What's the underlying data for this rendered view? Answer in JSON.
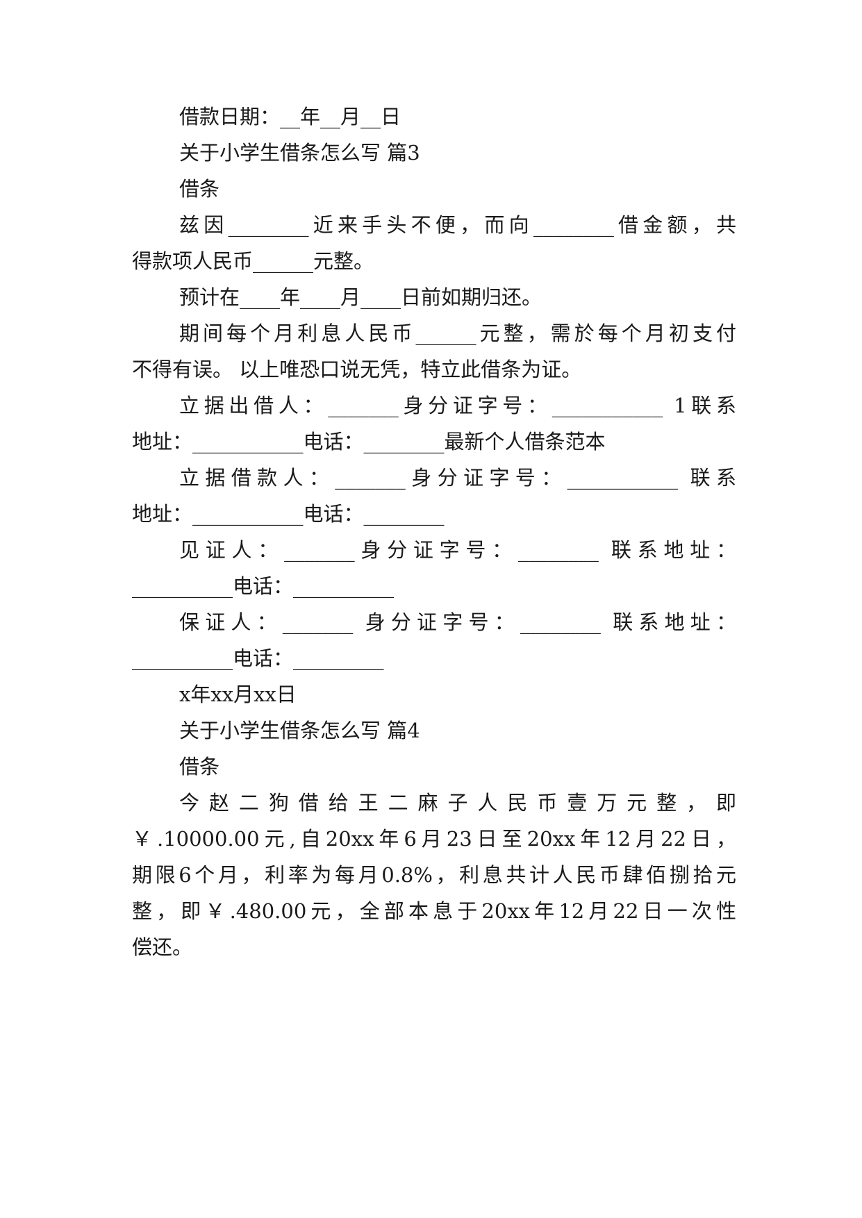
{
  "lines": [
    "借款日期：__年__月__日",
    "关于小学生借条怎么写 篇3",
    "借条",
    "兹因________近来手头不便，而向________借金额，共",
    "得款项人民币______元整。",
    "预计在____年____月____日前如期归还。",
    "期间每个月利息人民币______元整，需於每个月初支付",
    "不得有误。 以上唯恐口说无凭，特立此借条为证。",
    "立据出借人：_______身分证字号：___________ 1联系",
    "地址：___________电话：________最新个人借条范本",
    "立据借款人：_______身分证字号：___________ 联系",
    "地址：___________电话：________",
    "见证人：_______身分证字号：________ 联系地址：",
    "__________电话：__________",
    "保证人：_______ 身分证字号：________ 联系地址：",
    "__________电话：_________",
    "x年xx月xx日",
    "关于小学生借条怎么写 篇4",
    "借条",
    "今赵二狗借给王二麻子人民币壹万元整，即",
    "￥.10000.00元,自20xx年6月23日至20xx年12月22日，",
    "期限6个月，利率为每月0.8%，利息共计人民币肆佰捌拾元",
    "整，即￥.480.00元，全部本息于20xx年12月22日一次性",
    "偿还。"
  ]
}
